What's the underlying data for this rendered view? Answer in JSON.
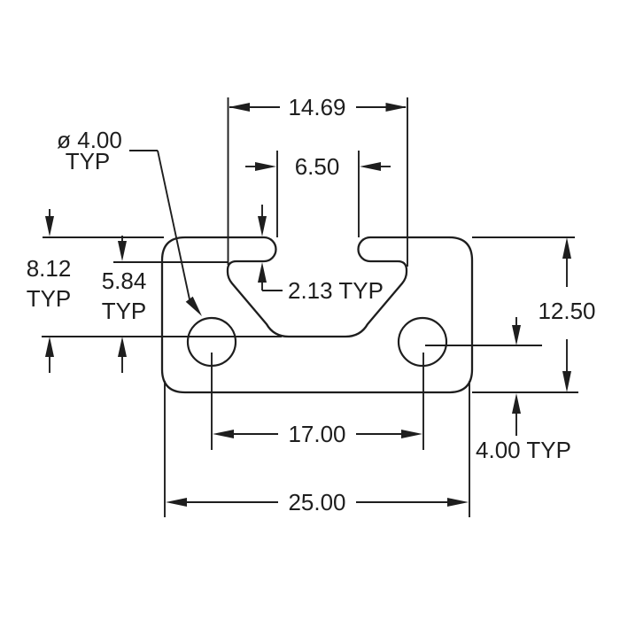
{
  "colors": {
    "line": "#1e1e1e",
    "background": "#ffffff"
  },
  "dimensions": {
    "cavity_width": "14.69",
    "slot_opening": "6.50",
    "lip_thickness": "2.13 TYP",
    "hole_diameter": "ø 4.00",
    "hole_diameter_typ": "TYP",
    "top_to_hole_center": "8.12",
    "top_to_hole_center_typ": "TYP",
    "lip_to_hole_center": "5.84",
    "lip_to_hole_center_typ": "TYP",
    "overall_height": "12.50",
    "hole_center_to_bottom": "4.00 TYP",
    "hole_spacing": "17.00",
    "overall_width": "25.00"
  }
}
